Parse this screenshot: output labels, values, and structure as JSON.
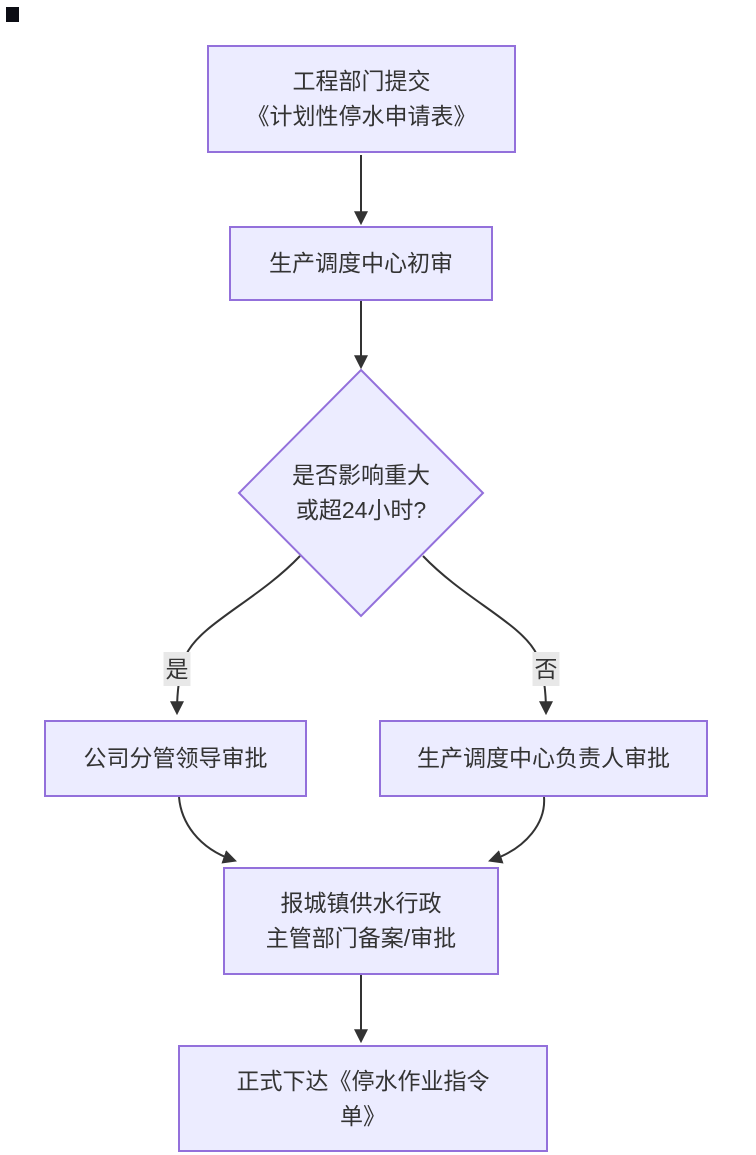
{
  "nodes": {
    "submit": {
      "line1": "工程部门提交",
      "line2": "《计划性停水申请表》"
    },
    "review": {
      "line1": "生产调度中心初审"
    },
    "decision": {
      "line1": "是否影响重大",
      "line2": "或超24小时?"
    },
    "leader": {
      "line1": "公司分管领导审批"
    },
    "head": {
      "line1": "生产调度中心负责人审批"
    },
    "filing": {
      "line1": "报城镇供水行政",
      "line2": "主管部门备案/审批"
    },
    "order": {
      "line1": "正式下达《停水作业指令",
      "line2": "单》"
    }
  },
  "edge_labels": {
    "yes": "是",
    "no": "否"
  },
  "colors": {
    "background": "#ffffff",
    "node_fill": "#ECECFF",
    "node_border": "#9370DB",
    "edge_line": "#333333",
    "text": "#333333",
    "edge_label_bg": "#e8e8e8"
  }
}
